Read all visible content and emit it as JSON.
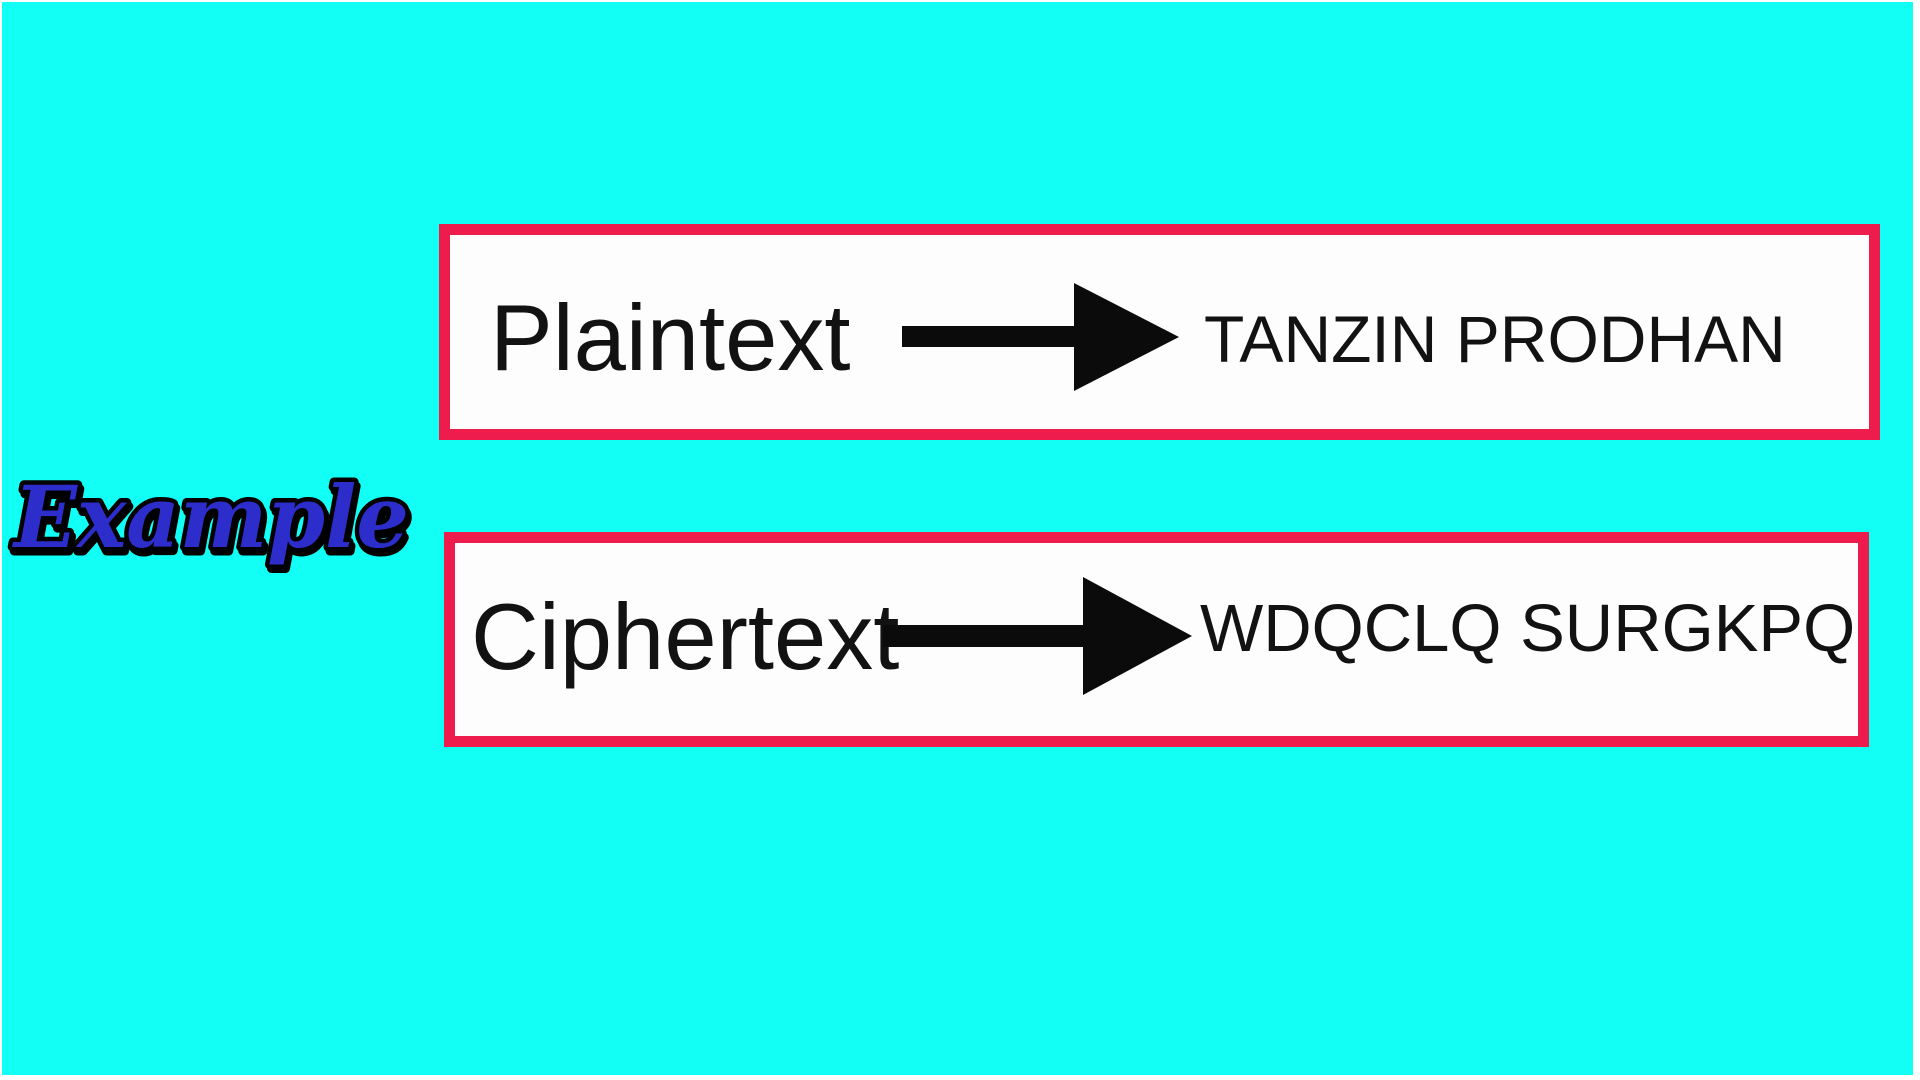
{
  "canvas": {
    "background": "#12FFF6",
    "frame": "#FFFFFF"
  },
  "colors": {
    "bg-cyan": "#12FFF6",
    "frame-white": "#FFFFFF",
    "box-border-red": "#ED1C4D",
    "box-fill-white": "#FDFDFD",
    "example-blue": "#2D2DCB",
    "outline-black": "#000000",
    "text-black": "#121212",
    "arrow-black": "#0B0B0B"
  },
  "example_label": "Example",
  "icons": {
    "arrow": "arrow-right"
  },
  "rows": [
    {
      "term": "Plaintext",
      "value": "TANZIN PRODHAN"
    },
    {
      "term": "Ciphertext",
      "value": "WDQCLQ SURGKPQ"
    }
  ]
}
